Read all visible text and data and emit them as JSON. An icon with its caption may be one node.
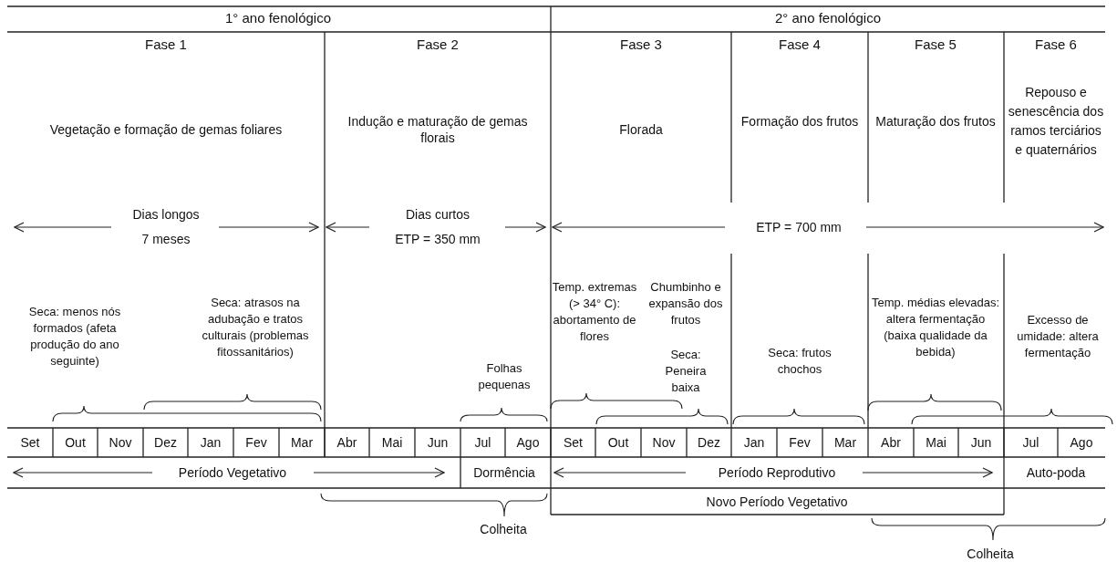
{
  "diagram": {
    "labels": [
      "1° ano fenológico",
      "2° ano fenológico",
      "Fase 1",
      "Fase 2",
      "Fase 3",
      "Fase 4",
      "Fase 5",
      "Fase 6",
      "Vegetação e formação de gemas foliares",
      "Indução e maturação de gemas florais",
      "Florada",
      "Formação dos frutos",
      "Maturação dos frutos",
      "Repouso e senescência dos ramos terciários e quaternários",
      "Dias longos",
      "7 meses",
      "Dias curtos",
      "ETP = 350 mm",
      "ETP = 700 mm",
      "Seca: menos nós formados (afeta produção do ano seguinte)",
      "Seca: atrasos na adubação e tratos culturais (problemas fitossanitários)",
      "Folhas pequenas",
      "Temp. extremas (> 34° C): abortamento de flores",
      "Chumbinho e expansão dos frutos",
      "Seca: Peneira baixa",
      "Seca: frutos chochos",
      "Temp. médias elevadas: altera fermentação (baixa qualidade da bebida)",
      "Excesso de umidade: altera fermentação",
      "Set",
      "Out",
      "Nov",
      "Dez",
      "Jan",
      "Fev",
      "Mar",
      "Abr",
      "Mai",
      "Jun",
      "Jul",
      "Ago",
      "Set",
      "Out",
      "Nov",
      "Dez",
      "Jan",
      "Fev",
      "Mar",
      "Abr",
      "Mai",
      "Jun",
      "Jul",
      "Ago",
      "Período Vegetativo",
      "Dormência",
      "Período Reprodutivo",
      "Auto-poda",
      "Novo Período Vegetativo",
      "Colheita",
      "Colheita"
    ]
  }
}
